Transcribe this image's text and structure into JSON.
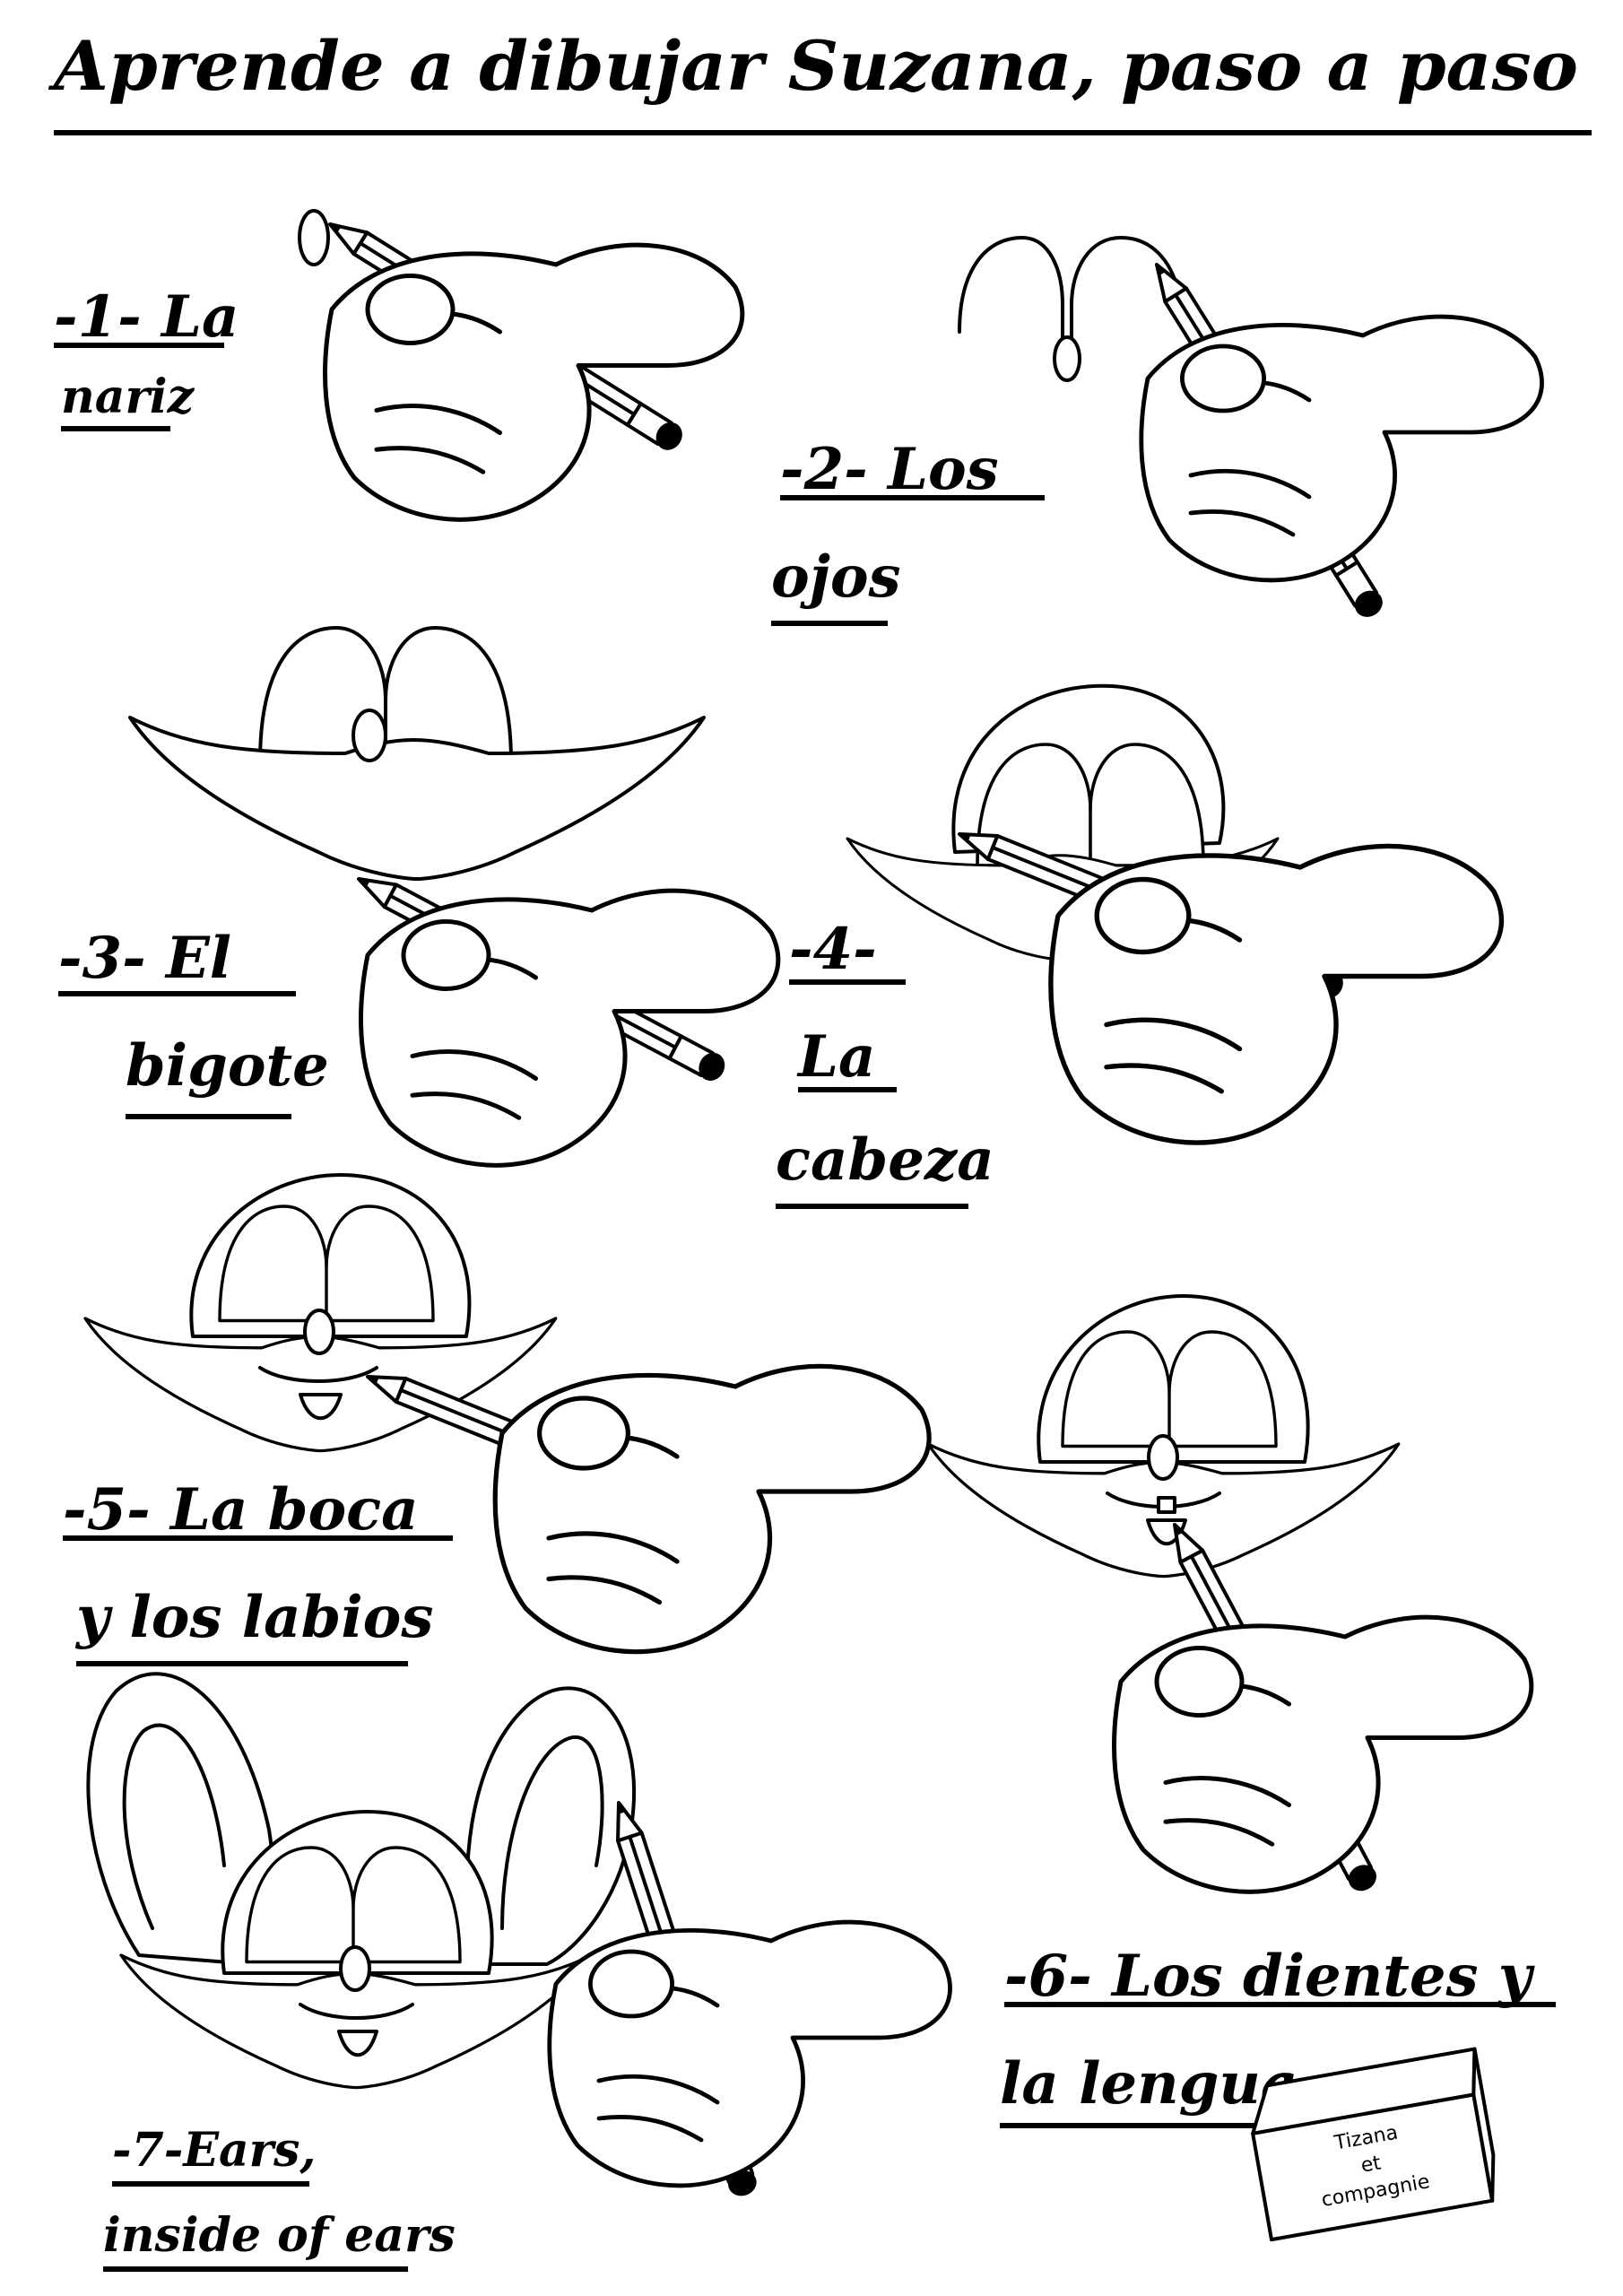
{
  "title": "Aprende a dibujar Suzana, paso a paso",
  "steps": [
    {
      "line1": "-1- La",
      "line2": "nariz"
    },
    {
      "line1": "-2- Los",
      "line2": "ojos"
    },
    {
      "line1": "-3- El",
      "line2": "bigote"
    },
    {
      "line1": "-4-",
      "line2": "La",
      "line3": "cabeza"
    },
    {
      "line1": "-5- La boca",
      "line2": "y los labios"
    },
    {
      "line1": "-6- Los dientes y",
      "line2": "la lengua"
    },
    {
      "line1": "-7-Ears,",
      "line2": "inside of ears"
    }
  ],
  "eraser": {
    "line1": "Tizana",
    "line2": "et",
    "line3": "compagnie"
  },
  "icons": [
    "pencil-icon",
    "hand-icon",
    "eraser-icon"
  ]
}
